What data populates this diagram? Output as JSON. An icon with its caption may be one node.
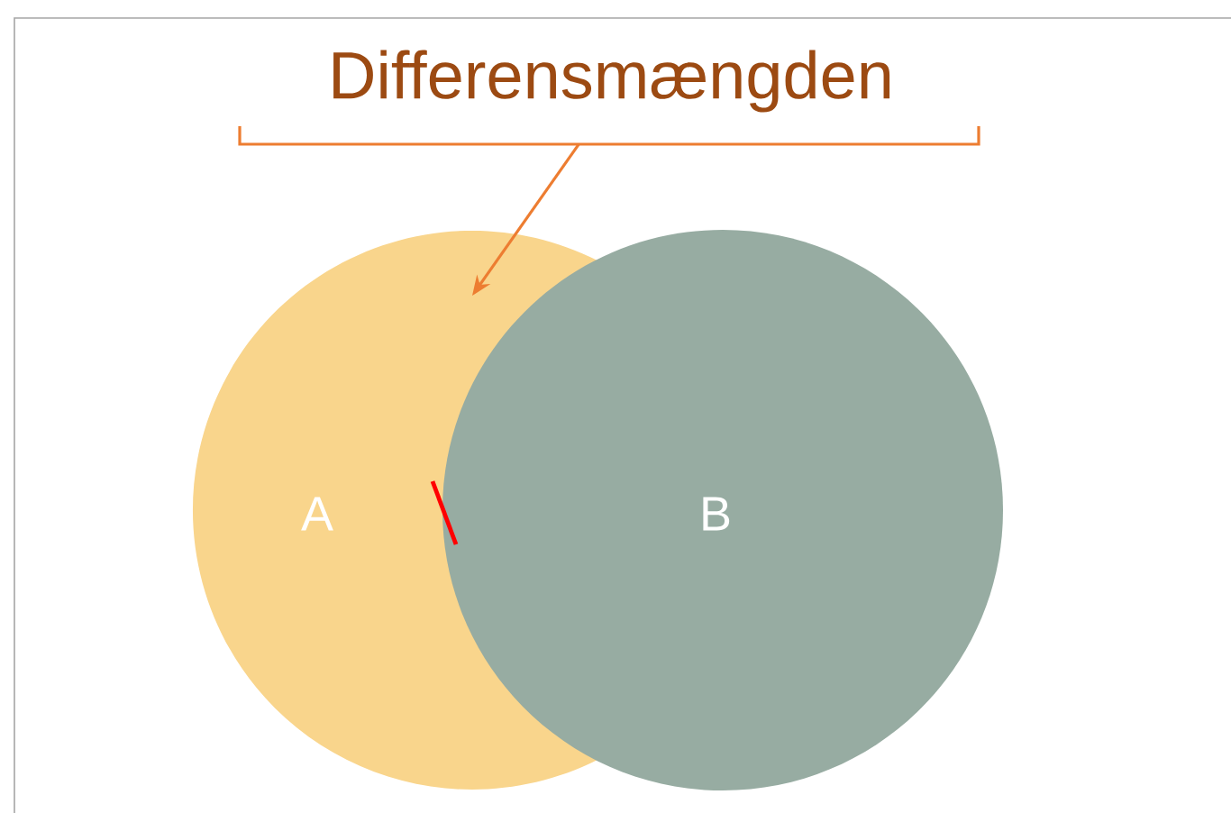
{
  "diagram": {
    "title": "Differensmængden",
    "nodes": [
      {
        "text": [],
        "shape": "bracket"
      },
      {
        "text": [
          "A"
        ]
      },
      {
        "text": [
          "B"
        ]
      }
    ],
    "edges": [
      {
        "from": 0,
        "to": 1,
        "arrow": "to"
      }
    ]
  }
}
